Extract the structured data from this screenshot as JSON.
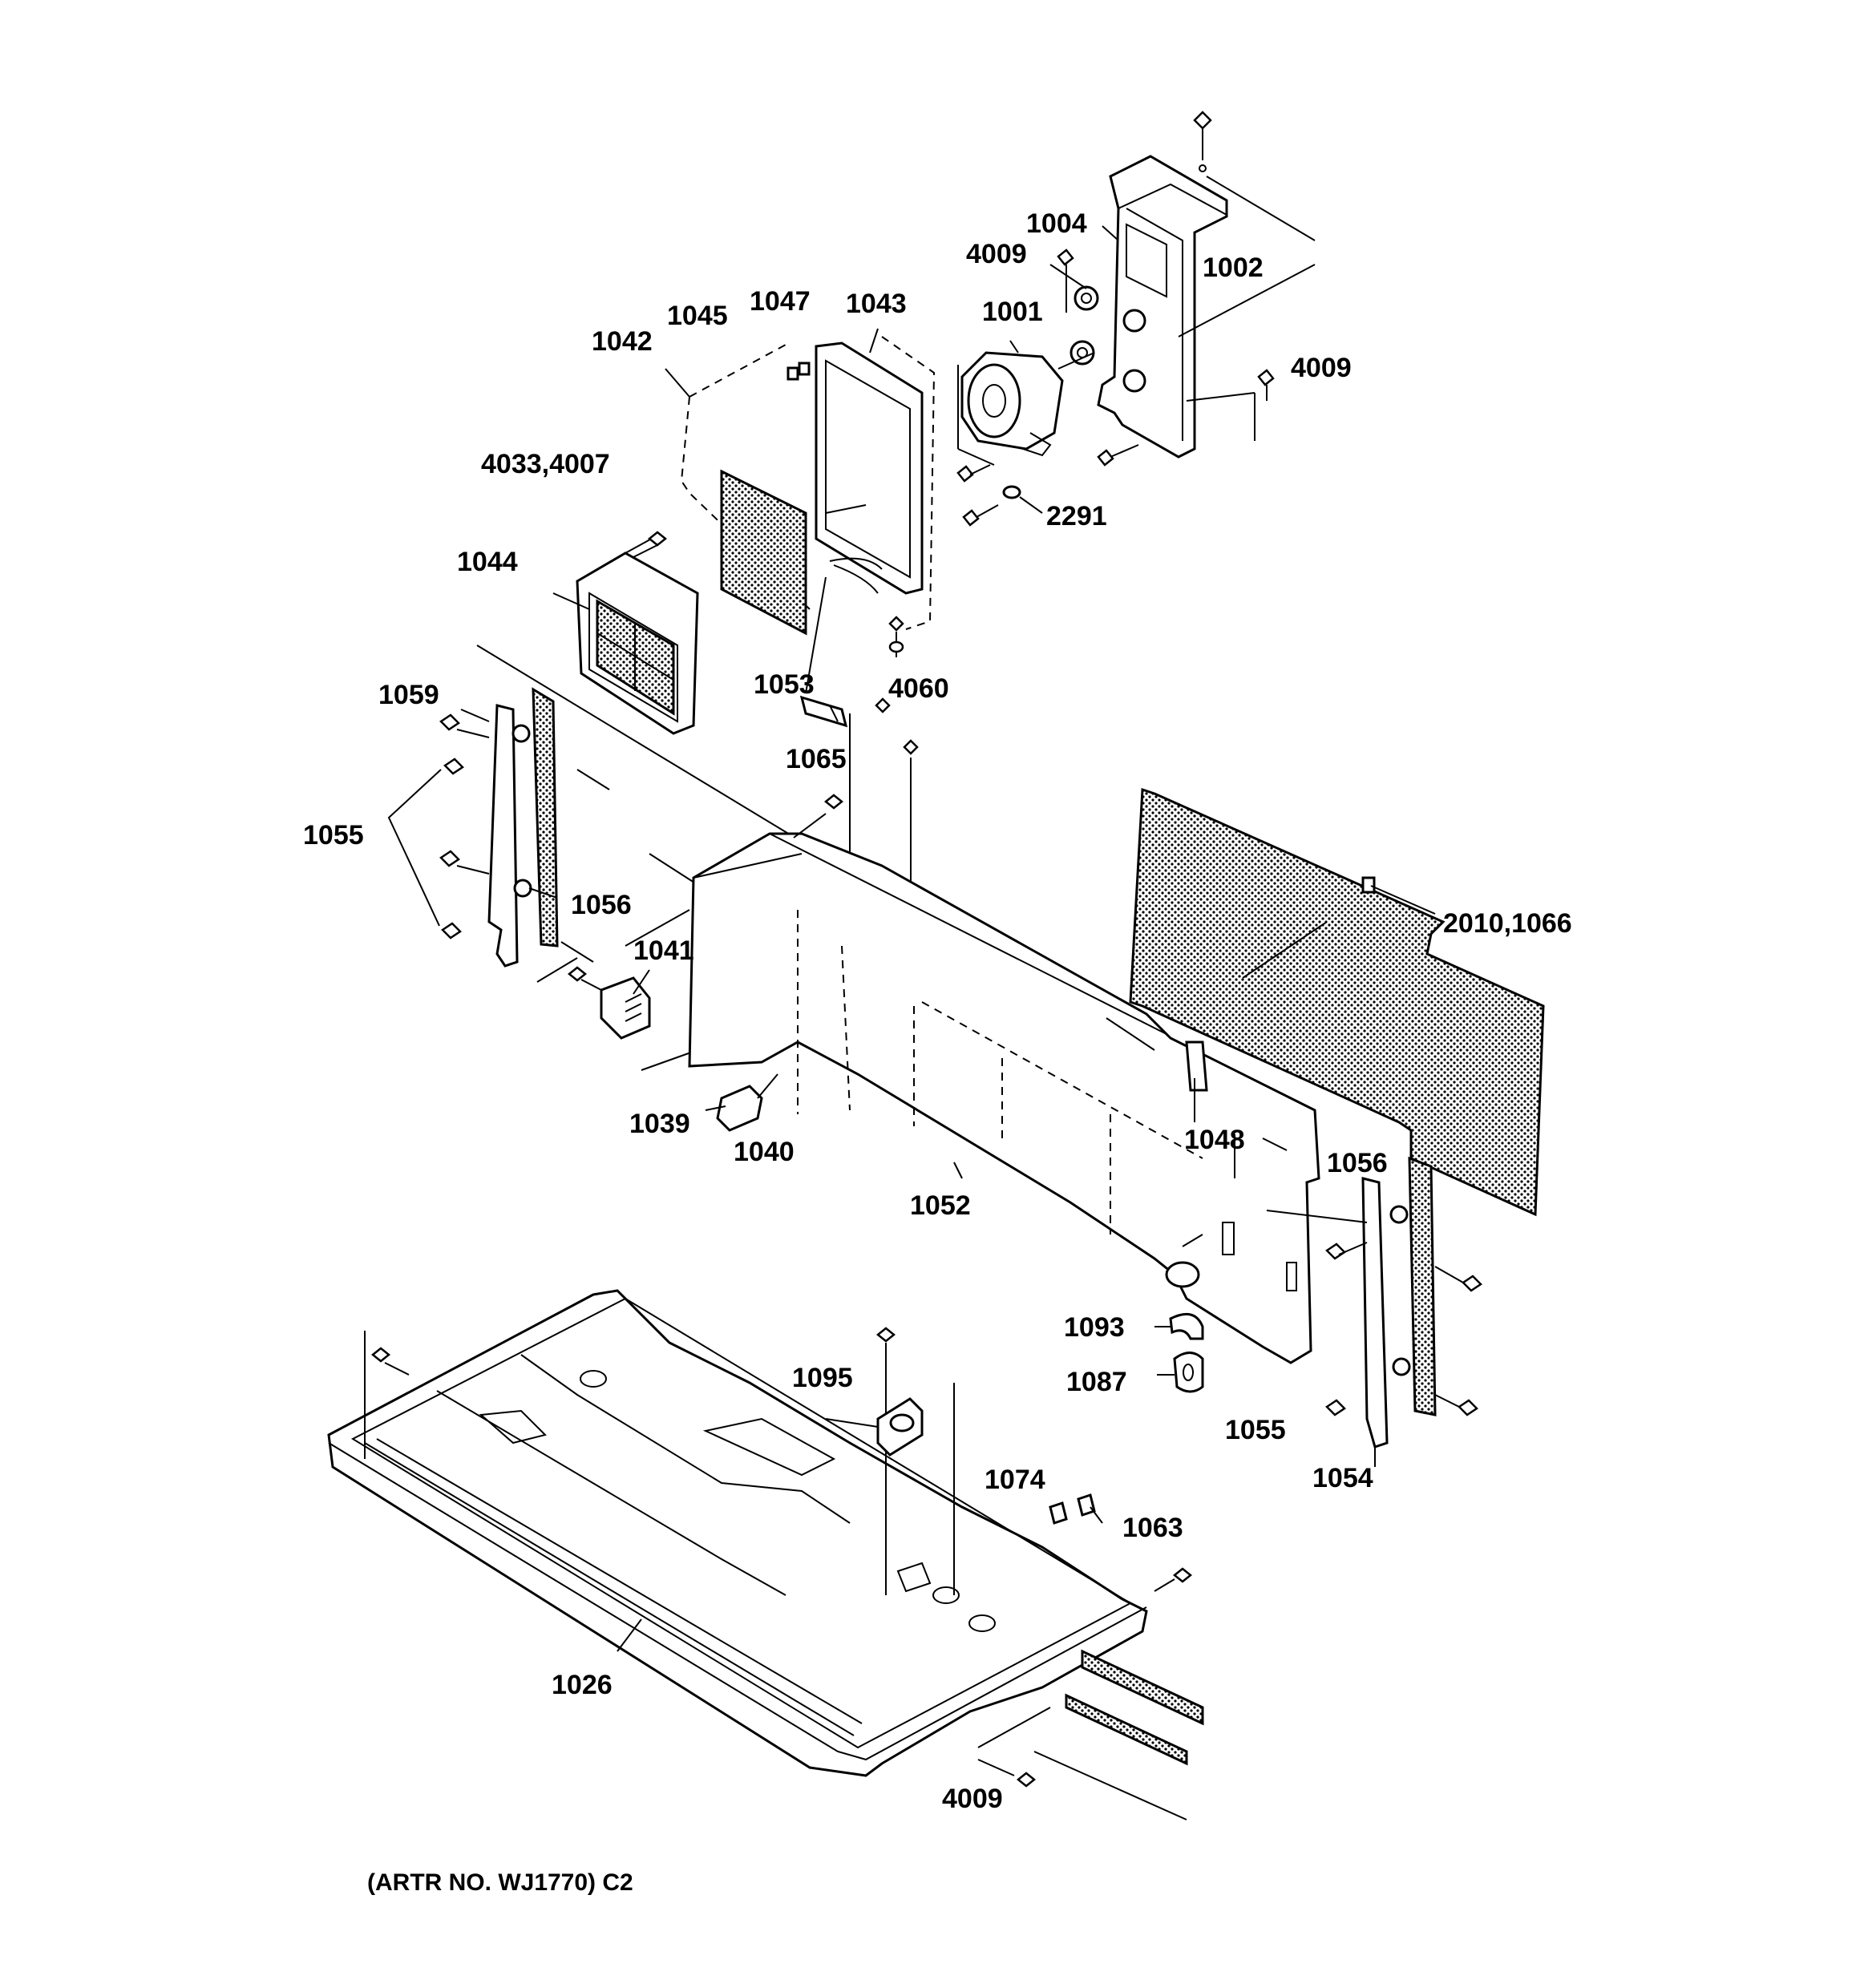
{
  "diagram": {
    "caption": "(ARTR NO. WJ1770) C2",
    "parts": [
      {
        "key": "p1001",
        "label": "1001"
      },
      {
        "key": "p1002",
        "label": "1002"
      },
      {
        "key": "p1004",
        "label": "1004"
      },
      {
        "key": "p4009a",
        "label": "4009"
      },
      {
        "key": "p4009b",
        "label": "4009"
      },
      {
        "key": "p4009c",
        "label": "4009"
      },
      {
        "key": "p2291",
        "label": "2291"
      },
      {
        "key": "p1042",
        "label": "1042"
      },
      {
        "key": "p1043",
        "label": "1043"
      },
      {
        "key": "p1045",
        "label": "1045"
      },
      {
        "key": "p1047",
        "label": "1047"
      },
      {
        "key": "p4033",
        "label": "4033,4007"
      },
      {
        "key": "p1044",
        "label": "1044"
      },
      {
        "key": "p1053",
        "label": "1053"
      },
      {
        "key": "p4060",
        "label": "4060"
      },
      {
        "key": "p1065",
        "label": "1065"
      },
      {
        "key": "p1059",
        "label": "1059"
      },
      {
        "key": "p1055a",
        "label": "1055"
      },
      {
        "key": "p1056a",
        "label": "1056"
      },
      {
        "key": "p1041",
        "label": "1041"
      },
      {
        "key": "p1039",
        "label": "1039"
      },
      {
        "key": "p1040",
        "label": "1040"
      },
      {
        "key": "p1052",
        "label": "1052"
      },
      {
        "key": "p1048",
        "label": "1048"
      },
      {
        "key": "p2010",
        "label": "2010,1066"
      },
      {
        "key": "p1056b",
        "label": "1056"
      },
      {
        "key": "p1093",
        "label": "1093"
      },
      {
        "key": "p1087",
        "label": "1087"
      },
      {
        "key": "p1055b",
        "label": "1055"
      },
      {
        "key": "p1054",
        "label": "1054"
      },
      {
        "key": "p1095",
        "label": "1095"
      },
      {
        "key": "p1074",
        "label": "1074"
      },
      {
        "key": "p1063",
        "label": "1063"
      },
      {
        "key": "p1026",
        "label": "1026"
      }
    ]
  }
}
